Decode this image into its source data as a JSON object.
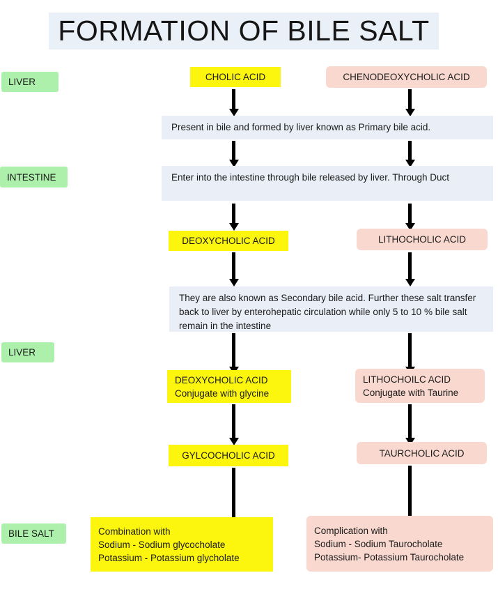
{
  "title": "FORMATION OF BILE SALT",
  "colors": {
    "title_bar": "#eaf0f8",
    "stage_label": "#adf0ab",
    "primary_yellow": "#fcf60f",
    "secondary_pink": "#f9d9cf",
    "info_bar": "#e9eef7",
    "arrow": "#000000",
    "text": "#1a1a1a"
  },
  "stages": [
    {
      "label": "LIVER"
    },
    {
      "label": "INTESTINE"
    },
    {
      "label": "LIVER"
    },
    {
      "label": "BILE SALT"
    }
  ],
  "nodes": {
    "cholic_acid": "CHOLIC ACID",
    "chenodeoxycholic_acid": "CHENODEOXYCHOLIC ACID",
    "deoxycholic_acid": "DEOXYCHOLIC ACID",
    "lithocholic_acid": "LITHOCHOLIC ACID",
    "deoxycholic_conjugate": "DEOXYCHOLIC ACID\nConjugate with glycine",
    "lithocholic_conjugate": "LITHOCHOILC ACID\nConjugate with Taurine",
    "glycocholic_acid": "GYLCOCHOLIC ACID",
    "taurocholic_acid": "TAURCHOLIC ACID",
    "bile_salt_glyco": "Combination with\nSodium - Sodium glycocholate\nPotassium - Potassium glycholate",
    "bile_salt_tauro": "Complication with\nSodium - Sodium Taurocholate\nPotassium- Potassium Taurocholate"
  },
  "info_bars": {
    "primary": "Present in bile and formed by liver known as Primary bile acid.",
    "intestine": "Enter into the intestine through  bile released by liver. Through Duct",
    "secondary": "They are also known as Secondary bile acid. Further these salt transfer back to liver by enterohepatic circulation while only 5 to 10 % bile salt remain in the intestine"
  }
}
